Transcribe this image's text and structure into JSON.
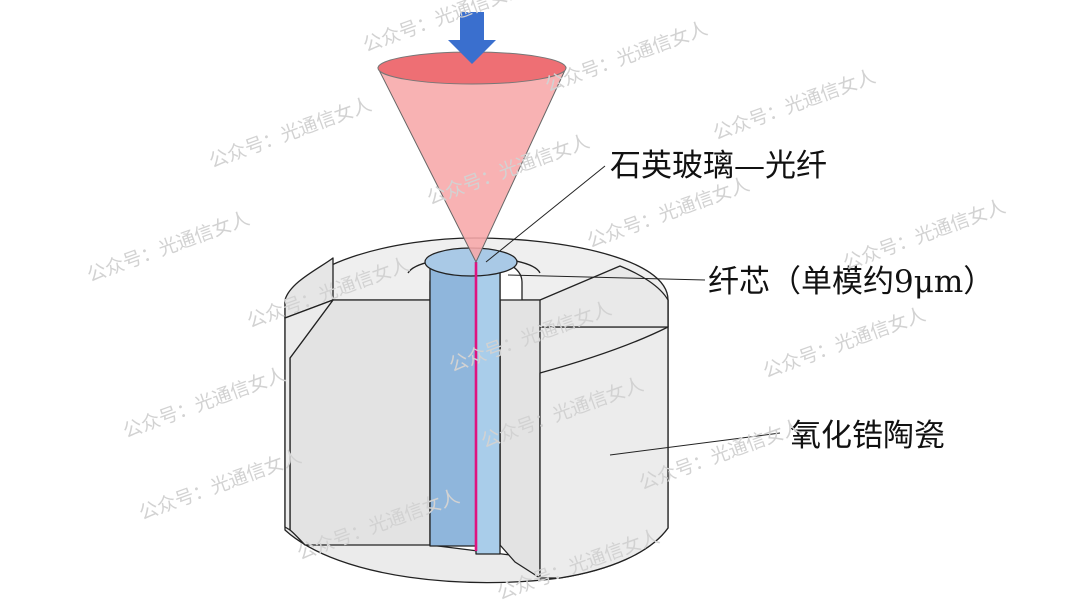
{
  "labels": {
    "fiber": "石英玻璃—光纤",
    "core": "纤芯（单模约9μm）",
    "ferrule": "氧化锆陶瓷"
  },
  "watermark": {
    "text": "公众号：光通信女人",
    "color": "#d2d2d2"
  },
  "colors": {
    "ceramic_front": "#ebebeb",
    "ceramic_top": "#efefef",
    "ceramic_cut": "#e3e3e3",
    "fiber_fill": "#8fb6dc",
    "fiber_face": "#a9c9e6",
    "core_line": "#e0127f",
    "cone_fill": "#f7a7a8",
    "cone_top": "#ee6f74",
    "arrow": "#3a6fce"
  },
  "icons": {
    "arrow": "down-arrow-icon"
  }
}
